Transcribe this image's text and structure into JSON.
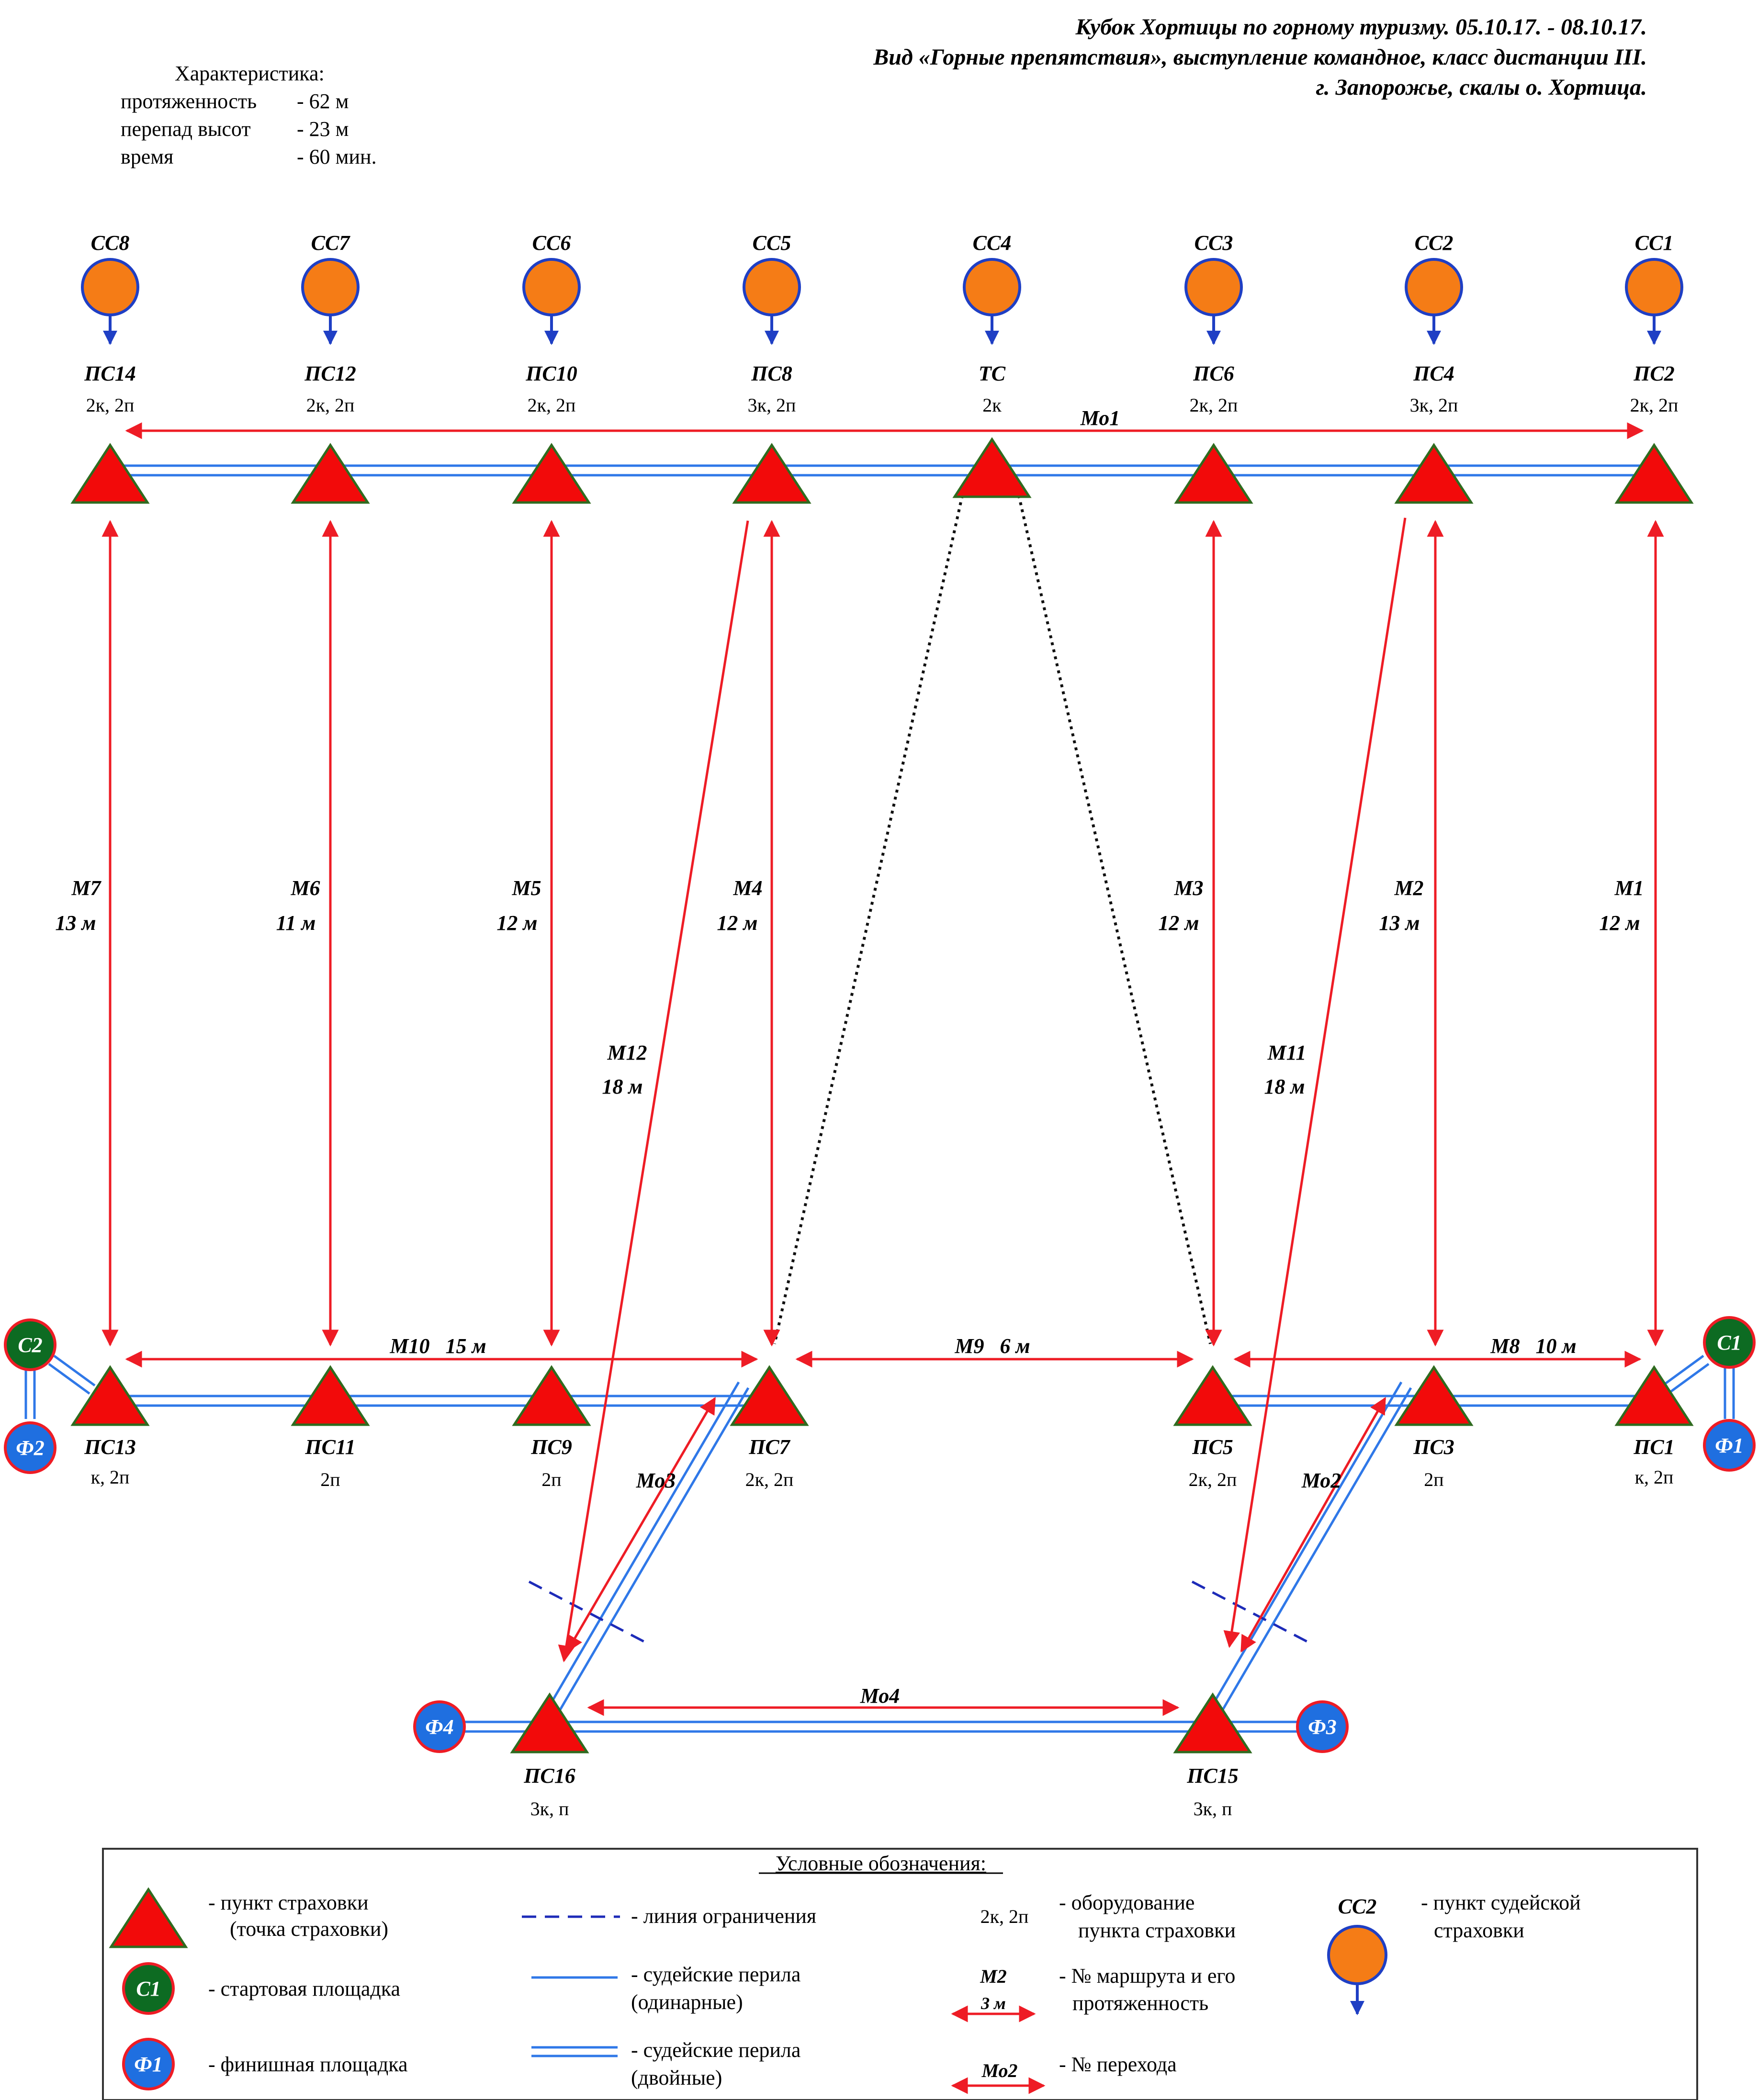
{
  "header": {
    "line1": "Кубок  Хортицы по горному туризму. 05.10.17. - 08.10.17.",
    "line2": "Вид «Горные препятствия», выступление командное, класс дистанции III.",
    "line3": "г. Запорожье, скалы о. Хортица."
  },
  "characteristics": {
    "title": "Характеристика:",
    "rows": [
      {
        "label": "протяженность",
        "value": "- 62 м"
      },
      {
        "label": "перепад высот",
        "value": "- 23 м"
      },
      {
        "label": "время",
        "value": "- 60 мин."
      }
    ]
  },
  "judge_points": [
    "СС8",
    "СС7",
    "СС6",
    "СС5",
    "СС4",
    "СС3",
    "СС2",
    "СС1"
  ],
  "top_points": [
    {
      "name": "ПС14",
      "equip": "2к, 2п"
    },
    {
      "name": "ПС12",
      "equip": "2к, 2п"
    },
    {
      "name": "ПС10",
      "equip": "2к, 2п"
    },
    {
      "name": "ПС8",
      "equip": "3к, 2п"
    },
    {
      "name": "ТС",
      "equip": "2к"
    },
    {
      "name": "ПС6",
      "equip": "2к, 2п"
    },
    {
      "name": "ПС4",
      "equip": "3к, 2п"
    },
    {
      "name": "ПС2",
      "equip": "2к, 2п"
    }
  ],
  "mid_points": [
    {
      "name": "ПС13",
      "equip": "к, 2п"
    },
    {
      "name": "ПС11",
      "equip": "2п"
    },
    {
      "name": "ПС9",
      "equip": "2п"
    },
    {
      "name": "ПС7",
      "equip": "2к, 2п"
    },
    {
      "name": "ПС5",
      "equip": "2к, 2п"
    },
    {
      "name": "ПС3",
      "equip": "2п"
    },
    {
      "name": "ПС1",
      "equip": "к, 2п"
    }
  ],
  "bottom_points": [
    {
      "name": "ПС16",
      "equip": "3к, п"
    },
    {
      "name": "ПС15",
      "equip": "3к, п"
    }
  ],
  "start_areas": [
    "С2",
    "С1"
  ],
  "finish_areas": [
    "Ф2",
    "Ф1",
    "Ф4",
    "Ф3"
  ],
  "routes": [
    {
      "name": "М7",
      "length": "13 м"
    },
    {
      "name": "М6",
      "length": "11 м"
    },
    {
      "name": "М5",
      "length": "12 м"
    },
    {
      "name": "М4",
      "length": "12 м"
    },
    {
      "name": "М3",
      "length": "12 м"
    },
    {
      "name": "М2",
      "length": "13 м"
    },
    {
      "name": "М1",
      "length": "12 м"
    },
    {
      "name": "М12",
      "length": "18 м"
    },
    {
      "name": "М11",
      "length": "18 м"
    }
  ],
  "horizontal_routes": [
    {
      "text": "М10   15 м"
    },
    {
      "text": "М9   6 м"
    },
    {
      "text": "М8   10 м"
    }
  ],
  "crossings": [
    "Мо1",
    "Мо3",
    "Мо2",
    "Мо4"
  ],
  "legend": {
    "title": "Условные обозначения:",
    "belay_1": "- пункт страховки",
    "belay_2": "(точка страховки)",
    "start_symbol": "С1",
    "start_label": "- стартовая площадка",
    "finish_symbol": "Ф1",
    "finish_label": "- финишная площадка",
    "limit_label": "- линия ограничения",
    "single_1": "- судейские перила",
    "single_2": "(одинарные)",
    "double_1": "- судейские перила",
    "double_2": "(двойные)",
    "equip_symbol": "2к, 2п",
    "equip_1": "- оборудование",
    "equip_2": "пункта страховки",
    "route_symbol": "М2",
    "route_length": "3 м",
    "route_1": "- № маршрута и его",
    "route_2": "протяженность",
    "crossing_symbol": "Мо2",
    "crossing_label": "- № перехода",
    "judge_symbol": "СС2",
    "judge_1": "- пункт судейской",
    "judge_2": "страховки"
  },
  "colors": {
    "triangle_fill": "#f20a0a",
    "triangle_stroke": "#2f6b1f",
    "judge_fill": "#f57c16",
    "judge_stroke": "#1f3fc4",
    "start_fill": "#0d6b22",
    "finish_fill": "#1f6fe0",
    "area_stroke": "#ee1c25",
    "rail": "#2f78e8",
    "arrow": "#ee1c25",
    "limit": "#1d2bb8",
    "dotted": "#111111"
  }
}
